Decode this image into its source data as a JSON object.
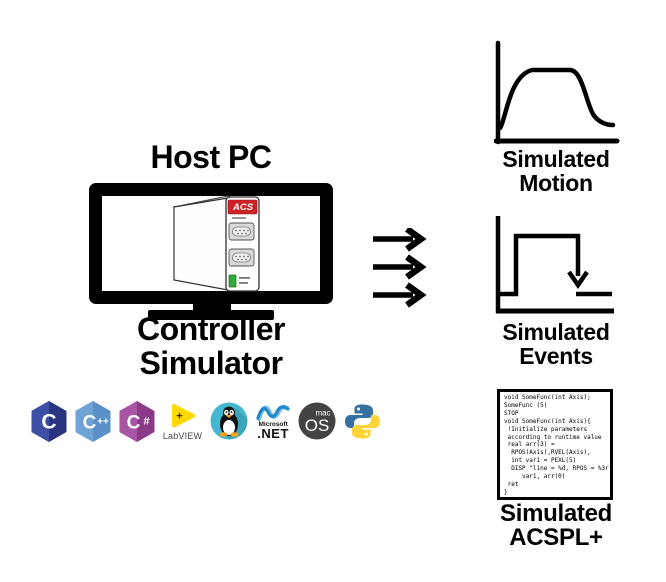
{
  "header": {
    "title": "Host PC"
  },
  "monitor": {
    "caption_line1": "Controller",
    "caption_line2": "Simulator",
    "device_brand": "ACS"
  },
  "outputs": {
    "motion": {
      "label1": "Simulated",
      "label2": "Motion"
    },
    "events": {
      "label1": "Simulated",
      "label2": "Events"
    },
    "acspl": {
      "label1": "Simulated",
      "label2": "ACSPL+",
      "code": [
        "void SomeFunc(int Axis);",
        "SomeFunc (5)",
        "STOP",
        "void SomeFunc(int Axis){",
        " !Initialize parameters",
        " according to runtime value",
        " real arr(3) =",
        "  RPOS(Axis),RVEL(Axis),",
        "  int var1 = PEXL(5)",
        "  DISP \"line = %d, RPOS = %3r",
        "     var1, arr(0)",
        " ret",
        "}"
      ]
    }
  },
  "logos": {
    "c": {
      "letter": "C"
    },
    "cpp": {
      "letter": "C",
      "suffix": "++"
    },
    "csharp": {
      "letter": "C",
      "suffix": "#"
    },
    "labview": {
      "plus": "+",
      "label": "LabVIEW"
    },
    "dotnet": {
      "line1": "Microsoft",
      "line2": ".NET"
    },
    "macos": {
      "line1": "mac",
      "line2": "OS"
    }
  },
  "colors": {
    "ink": "#000000",
    "acs_red": "#cc2127",
    "led_green": "#2fae3e",
    "c_fill": "#3d4fa5",
    "c_shade": "#2a3580",
    "cpp_fill": "#6fa3d6",
    "cpp_shade": "#5b8fc7",
    "cs_fill": "#a855a5",
    "cs_shade": "#8a3a88",
    "labview_yellow": "#ffd800",
    "linux_teal": "#45b8d1",
    "tux_orange": "#f6a21d",
    "dotnet_blue": "#1f8aca",
    "dotnet_blue_light": "#7fc0e6",
    "macos_gray": "#434345",
    "python_blue": "#3670a0",
    "python_yellow": "#ffd43b"
  }
}
